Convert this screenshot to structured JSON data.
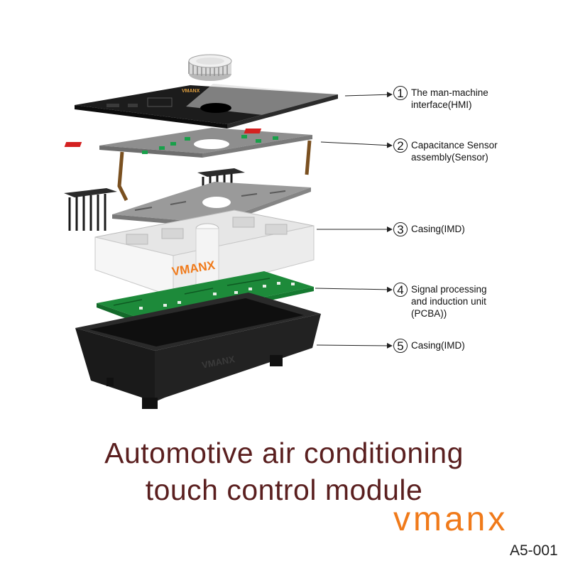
{
  "colors": {
    "accent": "#f07a1a",
    "title": "#5a1f1f",
    "pcb_green": "#1d8a3a",
    "casing_black": "#1a1a1a",
    "casing_white": "#f2f2f2"
  },
  "diagram": {
    "layers": [
      {
        "id": "hmi",
        "icon": "hmi-panel-icon",
        "brand_mark": "VMANX"
      },
      {
        "id": "sensor",
        "icon": "sensor-board-icon"
      },
      {
        "id": "plate",
        "icon": "metal-plate-icon"
      },
      {
        "id": "casing-white",
        "icon": "white-casing-icon",
        "brand_mark": "VMANX"
      },
      {
        "id": "pcba",
        "icon": "pcb-board-icon"
      },
      {
        "id": "casing-black",
        "icon": "black-casing-icon",
        "brand_mark": "VMANX"
      }
    ],
    "callouts": [
      {
        "num": "1",
        "label": "The man-machine\ninterface(HMI)"
      },
      {
        "num": "2",
        "label": "Capacitance Sensor\nassembly(Sensor)"
      },
      {
        "num": "3",
        "label": "Casing(IMD)"
      },
      {
        "num": "4",
        "label": "Signal processing\nand induction unit\n(PCBA))"
      },
      {
        "num": "5",
        "label": "Casing(IMD)"
      }
    ]
  },
  "title": "Automotive air conditioning\ntouch control module",
  "brand": "vmanx",
  "model": "A5-001"
}
